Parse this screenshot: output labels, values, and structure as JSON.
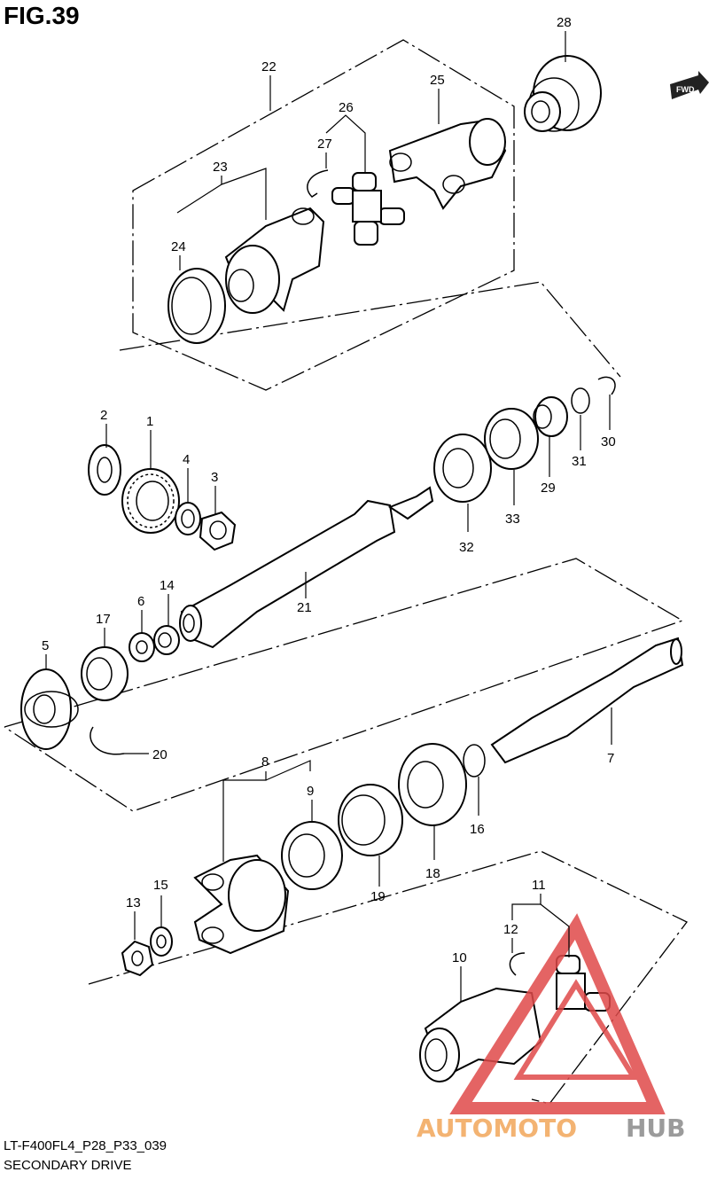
{
  "figure": {
    "title": "FIG.39",
    "model_code": "LT-F400FL4_P28_P33_039",
    "caption": "SECONDARY DRIVE",
    "direction_badge": "FWD"
  },
  "watermark": {
    "brand_part1": "AUTOMOTO",
    "brand_part2": "HUB"
  },
  "callouts": [
    {
      "id": "c1",
      "text": "1"
    },
    {
      "id": "c2",
      "text": "2"
    },
    {
      "id": "c3",
      "text": "3"
    },
    {
      "id": "c4",
      "text": "4"
    },
    {
      "id": "c5",
      "text": "5"
    },
    {
      "id": "c6",
      "text": "6"
    },
    {
      "id": "c7",
      "text": "7"
    },
    {
      "id": "c8",
      "text": "8"
    },
    {
      "id": "c9",
      "text": "9"
    },
    {
      "id": "c10",
      "text": "10"
    },
    {
      "id": "c11",
      "text": "11"
    },
    {
      "id": "c12",
      "text": "12"
    },
    {
      "id": "c13",
      "text": "13"
    },
    {
      "id": "c14",
      "text": "14"
    },
    {
      "id": "c15",
      "text": "15"
    },
    {
      "id": "c16",
      "text": "16"
    },
    {
      "id": "c17",
      "text": "17"
    },
    {
      "id": "c18",
      "text": "18"
    },
    {
      "id": "c19",
      "text": "19"
    },
    {
      "id": "c20",
      "text": "20"
    },
    {
      "id": "c21",
      "text": "21"
    },
    {
      "id": "c22",
      "text": "22"
    },
    {
      "id": "c23",
      "text": "23"
    },
    {
      "id": "c24",
      "text": "24"
    },
    {
      "id": "c25",
      "text": "25"
    },
    {
      "id": "c26",
      "text": "26"
    },
    {
      "id": "c27",
      "text": "27"
    },
    {
      "id": "c28",
      "text": "28"
    },
    {
      "id": "c29",
      "text": "29"
    },
    {
      "id": "c30",
      "text": "30"
    },
    {
      "id": "c31",
      "text": "31"
    },
    {
      "id": "c32",
      "text": "32"
    },
    {
      "id": "c33",
      "text": "33"
    }
  ],
  "colors": {
    "line": "#000000",
    "watermark_red": "#e04a4a",
    "watermark_orange": "#f2a65a",
    "watermark_gray": "#8a8a8a"
  }
}
